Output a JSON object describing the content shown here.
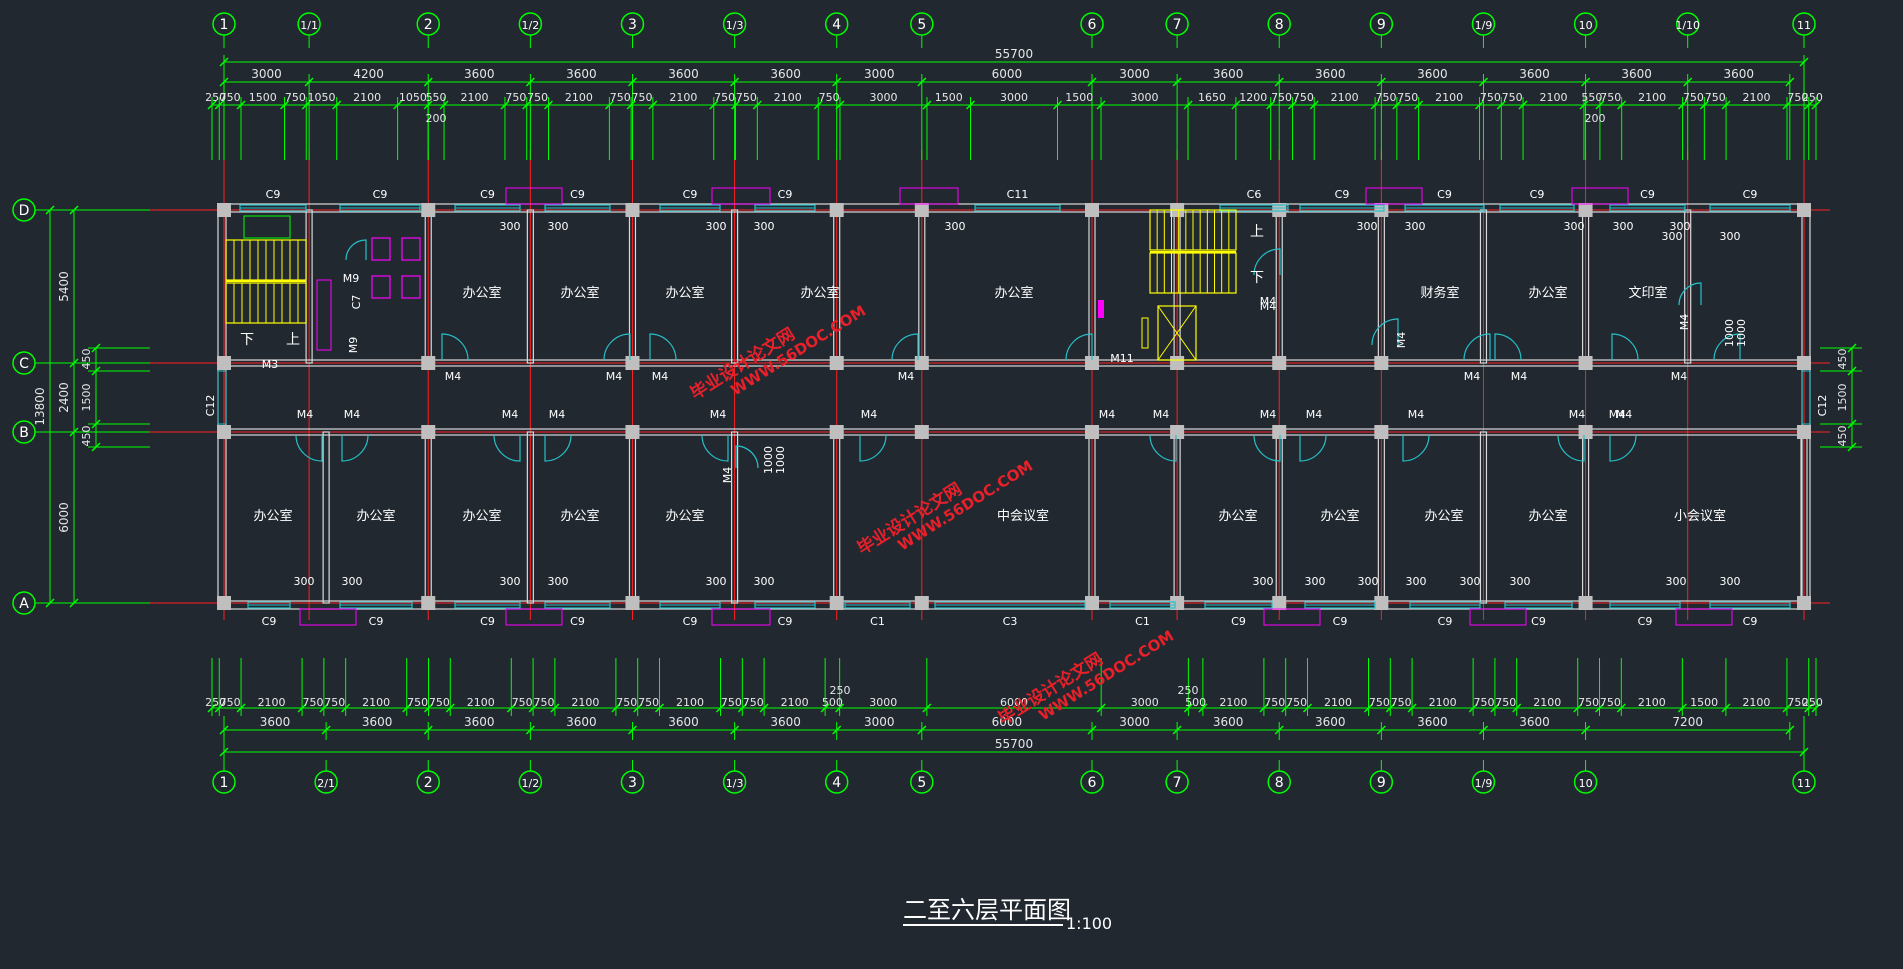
{
  "drawing": {
    "title": "二至六层平面图",
    "scale": "1:100",
    "total_length": "55700",
    "total_depth": "13800"
  },
  "watermarks": [
    "毕业设计论文网",
    "WWW.56DOC.COM"
  ],
  "colors": {
    "background": "#212830",
    "dimension": "#00ff00",
    "axis_line": "#ff2020",
    "wall": "#d9d9d9",
    "window": "#25c0c8",
    "door": "#25c0c8",
    "stair": "#ffff00",
    "fixture": "#ff00ff",
    "watermark": "#e8202a"
  },
  "axes_top": [
    "1",
    "1/1",
    "2",
    "1/2",
    "3",
    "1/3",
    "4",
    "5",
    "6",
    "7",
    "8",
    "9",
    "1/9",
    "10",
    "1/10",
    "11"
  ],
  "axes_bottom": [
    "1",
    "2/1",
    "2",
    "1/2",
    "3",
    "1/3",
    "4",
    "5",
    "6",
    "7",
    "8",
    "9",
    "1/9",
    "10",
    "11"
  ],
  "axes_side": [
    "D",
    "C",
    "B",
    "A"
  ],
  "top_dims_l1": [
    "3000",
    "4200",
    "3600",
    "3600",
    "3600",
    "3600",
    "3000",
    "6000",
    "3000",
    "3600",
    "3600",
    "3600",
    "3600",
    "3600",
    "3600"
  ],
  "top_dims_l2": [
    "250",
    "750",
    "1500",
    "750",
    "1050",
    "2100",
    "1050",
    "550",
    "2100",
    "750",
    "750",
    "2100",
    "750",
    "750",
    "2100",
    "750",
    "750",
    "2100",
    "750",
    "3000",
    "1500",
    "3000",
    "1500",
    "3000",
    "1650",
    "1200",
    "750",
    "750",
    "2100",
    "750",
    "750",
    "2100",
    "750",
    "750",
    "2100",
    "550",
    "750",
    "2100",
    "750",
    "750",
    "2100",
    "750",
    "250"
  ],
  "top_dims_extra": [
    "200",
    "200"
  ],
  "bottom_dims_l1": [
    "3600",
    "3600",
    "3600",
    "3600",
    "3600",
    "3600",
    "3000",
    "6000",
    "3000",
    "3600",
    "3600",
    "3600",
    "3600",
    "7200"
  ],
  "bottom_dims_l2": [
    "250",
    "750",
    "2100",
    "750",
    "750",
    "2100",
    "750",
    "750",
    "2100",
    "750",
    "750",
    "2100",
    "750",
    "750",
    "2100",
    "750",
    "750",
    "2100",
    "500",
    "3000",
    "6000",
    "3000",
    "500",
    "2100",
    "750",
    "750",
    "2100",
    "750",
    "750",
    "2100",
    "750",
    "750",
    "2100",
    "750",
    "750",
    "2100",
    "1500",
    "2100",
    "750",
    "250"
  ],
  "bottom_dims_extra": [
    "250",
    "250"
  ],
  "left_dims_outer": [
    "5400",
    "2400",
    "6000"
  ],
  "left_dims_inner": [
    "450",
    "1500",
    "450"
  ],
  "right_dims": [
    "450",
    "1500",
    "450"
  ],
  "rooms": [
    "办公室",
    "办公室",
    "办公室",
    "办公室",
    "办公室",
    "财务室",
    "办公室",
    "文印室",
    "办公室",
    "办公室",
    "办公室",
    "办公室",
    "办公室",
    "中会议室",
    "办公室",
    "办公室",
    "办公室",
    "办公室",
    "小会议室"
  ],
  "windows_top": [
    "C9",
    "C9",
    "C9",
    "C9",
    "C9",
    "C9",
    "C11",
    "C6",
    "C9",
    "C9",
    "C9",
    "C9",
    "C9"
  ],
  "windows_bottom": [
    "C9",
    "C9",
    "C9",
    "C9",
    "C9",
    "C9",
    "C1",
    "C3",
    "C1",
    "C9",
    "C9",
    "C9",
    "C9",
    "C9",
    "C9"
  ],
  "side_windows": [
    "C12",
    "C12",
    "C7"
  ],
  "doors": [
    "M4",
    "M4",
    "M4",
    "M4",
    "M4",
    "M4",
    "M4",
    "M4",
    "M4",
    "M4",
    "M4",
    "M4",
    "M4",
    "M4",
    "M4",
    "M4",
    "M4",
    "M4",
    "M4",
    "M4",
    "M4",
    "M4",
    "M4",
    "M4",
    "M4",
    "M4",
    "M3",
    "M9",
    "M9",
    "M11"
  ],
  "pier_dims": [
    "300",
    "300",
    "300",
    "300",
    "300",
    "300",
    "300",
    "300",
    "300",
    "300",
    "300",
    "300",
    "300",
    "300",
    "300",
    "300",
    "300",
    "300",
    "300",
    "300",
    "300",
    "300",
    "300",
    "300",
    "300",
    "300"
  ],
  "door_dims": [
    "1000",
    "1000",
    "1000",
    "1000"
  ],
  "stair_labels": [
    "下",
    "上",
    "上",
    "下"
  ]
}
